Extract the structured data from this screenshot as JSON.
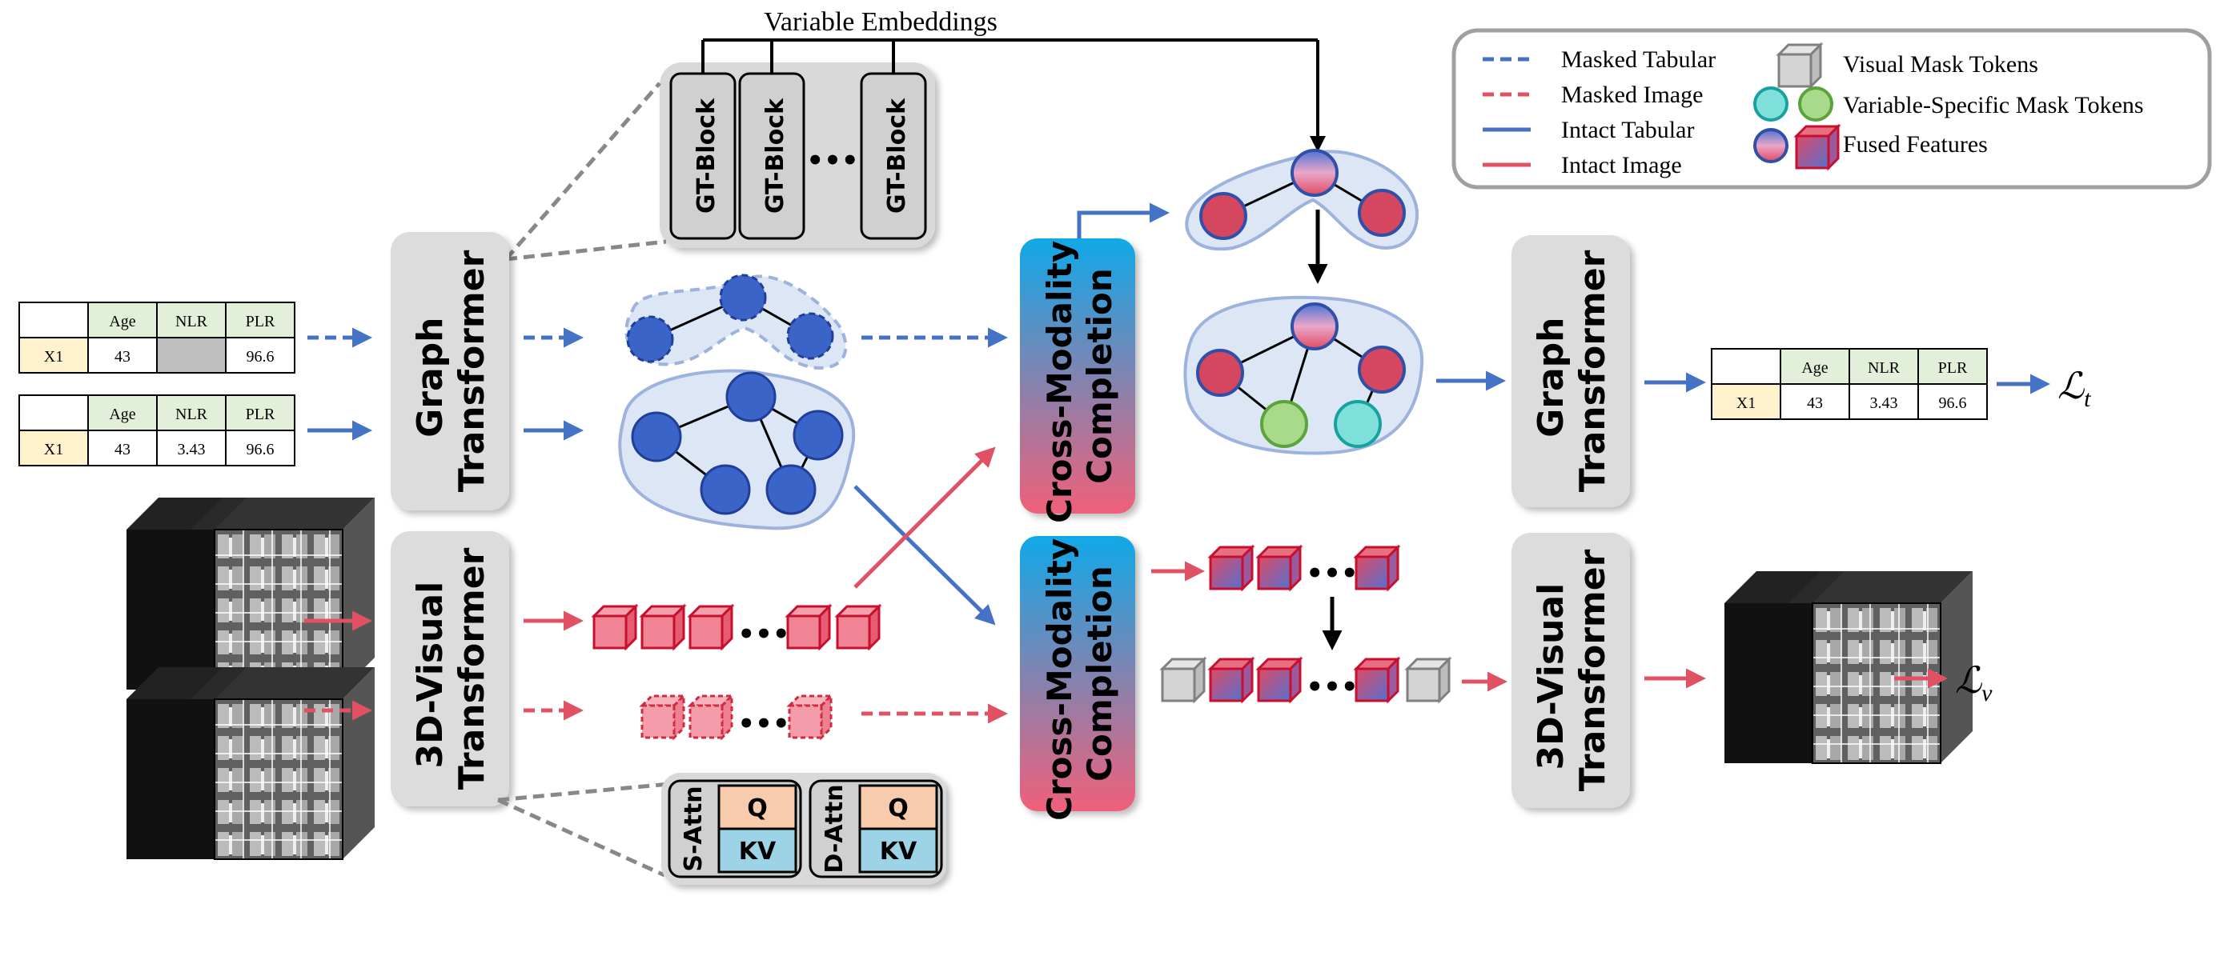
{
  "title": "Variable Embeddings",
  "legend": {
    "masked_tabular": "Masked Tabular",
    "masked_image": "Masked Image",
    "intact_tabular": "Intact Tabular",
    "intact_image": "Intact Image",
    "visual_mask_tokens": "Visual Mask Tokens",
    "variable_specific_mask_tokens": "Variable-Specific Mask Tokens",
    "fused_features": "Fused Features"
  },
  "gt_blocks": [
    "GT-Block",
    "GT-Block",
    "GT-Block"
  ],
  "ellipsis": "•••",
  "modules": {
    "graph_transformer_1": "Graph Transformer",
    "visual_transformer_1": "3D-Visual Transformer",
    "cross_modality_1": "Cross-Modality Completion",
    "cross_modality_2": "Cross-Modality Completion",
    "graph_transformer_2": "Graph Transformer",
    "visual_transformer_2": "3D-Visual Transformer"
  },
  "graph_transformer_lines": [
    "Graph",
    "Transformer"
  ],
  "visual_transformer_lines": [
    "3D-Visual",
    "Transformer"
  ],
  "cross_modality_lines": [
    "Cross-Modality",
    "Completion"
  ],
  "attention": {
    "s_attn": "S-Attn",
    "d_attn": "D-Attn",
    "q": "Q",
    "kv": "KV"
  },
  "tables": {
    "masked_input": {
      "headers": [
        "",
        "Age",
        "NLR",
        "PLR"
      ],
      "row": [
        "X1",
        "43",
        "",
        "96.6"
      ]
    },
    "intact_input": {
      "headers": [
        "",
        "Age",
        "NLR",
        "PLR"
      ],
      "row": [
        "X1",
        "43",
        "3.43",
        "96.6"
      ]
    },
    "reconstructed": {
      "headers": [
        "",
        "Age",
        "NLR",
        "PLR"
      ],
      "row": [
        "X1",
        "43",
        "3.43",
        "96.6"
      ]
    }
  },
  "losses": {
    "tabular": "ℒ",
    "tabular_sub": "t",
    "visual": "ℒ",
    "visual_sub": "v"
  },
  "colors": {
    "blue": "#4472C4",
    "red": "#E05263",
    "node_blue": "#3B64C8",
    "cube_red": "#E8404F",
    "gray_module": "#DCDCDC",
    "grad_top": "#10A8E8",
    "grad_bottom": "#F0607A",
    "header_green": "#E2EFD9",
    "row_yellow": "#FFF2CC"
  }
}
